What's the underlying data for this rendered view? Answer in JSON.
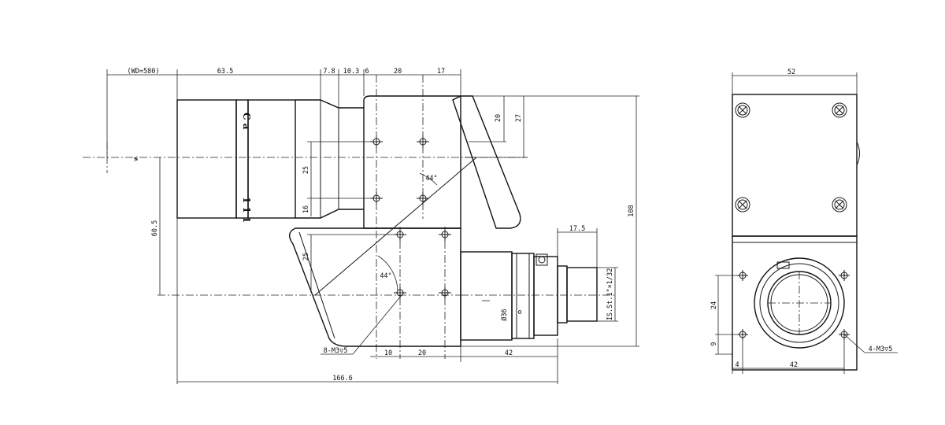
{
  "dimensions": {
    "wd": "(WD=580)",
    "d63_5": "63.5",
    "d7_8": "7.8",
    "d10_3": "10.3",
    "d6": "6",
    "d20_top": "20",
    "d17": "17",
    "d20_right": "20",
    "d27": "27",
    "d108": "108",
    "d25_upper": "25",
    "d16": "16",
    "d60_5": "60.5",
    "d25_lower": "25",
    "angle_upper": "44°",
    "angle_lower": "44°",
    "d17_5": "17.5",
    "thread": "IS.St.1\"×1/32",
    "dia36": "Ø36",
    "holes_left": "8-M3▽5",
    "d10_bottom": "10",
    "d20_bottom": "20",
    "d42_bottom": "42",
    "d166_6": "166.6",
    "d52": "52",
    "d24": "24",
    "d9": "9",
    "d4": "4",
    "d42_end": "42",
    "holes_right": "4-M3▽5"
  },
  "lens_labels": {
    "top": "C a",
    "bottom": "1 1 1"
  },
  "symbols": {
    "optical_axis": "≶",
    "lens_mark": "ʘ"
  }
}
